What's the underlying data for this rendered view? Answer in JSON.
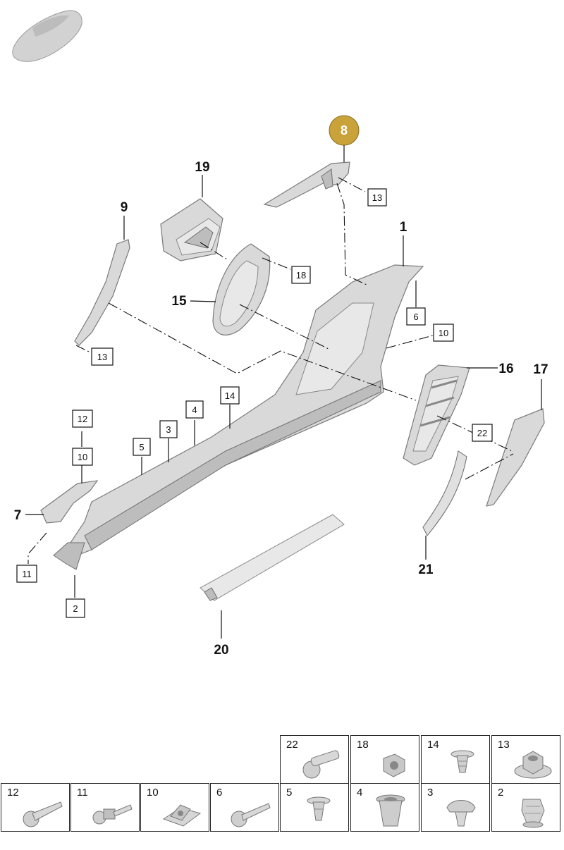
{
  "badge": {
    "label": "8",
    "color": "#c9a23a"
  },
  "callouts_bold": [
    {
      "id": "c19",
      "label": "19"
    },
    {
      "id": "c9",
      "label": "9"
    },
    {
      "id": "c1",
      "label": "1"
    },
    {
      "id": "c15",
      "label": "15"
    },
    {
      "id": "c16",
      "label": "16"
    },
    {
      "id": "c17",
      "label": "17"
    },
    {
      "id": "c7",
      "label": "7"
    },
    {
      "id": "c21",
      "label": "21"
    },
    {
      "id": "c20",
      "label": "20"
    }
  ],
  "callouts_boxed": [
    {
      "id": "b13a",
      "label": "13"
    },
    {
      "id": "b18",
      "label": "18"
    },
    {
      "id": "b6",
      "label": "6"
    },
    {
      "id": "b10a",
      "label": "10"
    },
    {
      "id": "b13b",
      "label": "13"
    },
    {
      "id": "b14",
      "label": "14"
    },
    {
      "id": "b4",
      "label": "4"
    },
    {
      "id": "b3",
      "label": "3"
    },
    {
      "id": "b5",
      "label": "5"
    },
    {
      "id": "b12",
      "label": "12"
    },
    {
      "id": "b10b",
      "label": "10"
    },
    {
      "id": "b22",
      "label": "22"
    },
    {
      "id": "b11",
      "label": "11"
    },
    {
      "id": "b2",
      "label": "2"
    }
  ],
  "hardware_top_row": [
    {
      "number": "22",
      "icon": "bolt-icon"
    },
    {
      "number": "18",
      "icon": "nut-icon"
    },
    {
      "number": "14",
      "icon": "clip-icon"
    },
    {
      "number": "13",
      "icon": "flange-nut-icon"
    }
  ],
  "hardware_bottom_row": [
    {
      "number": "12",
      "icon": "screw-icon"
    },
    {
      "number": "11",
      "icon": "screw-icon"
    },
    {
      "number": "10",
      "icon": "clip-nut-icon"
    },
    {
      "number": "6",
      "icon": "screw-icon"
    },
    {
      "number": "5",
      "icon": "clip-icon"
    },
    {
      "number": "4",
      "icon": "grommet-icon"
    },
    {
      "number": "3",
      "icon": "push-rivet-icon"
    },
    {
      "number": "2",
      "icon": "expansion-clip-icon"
    }
  ]
}
